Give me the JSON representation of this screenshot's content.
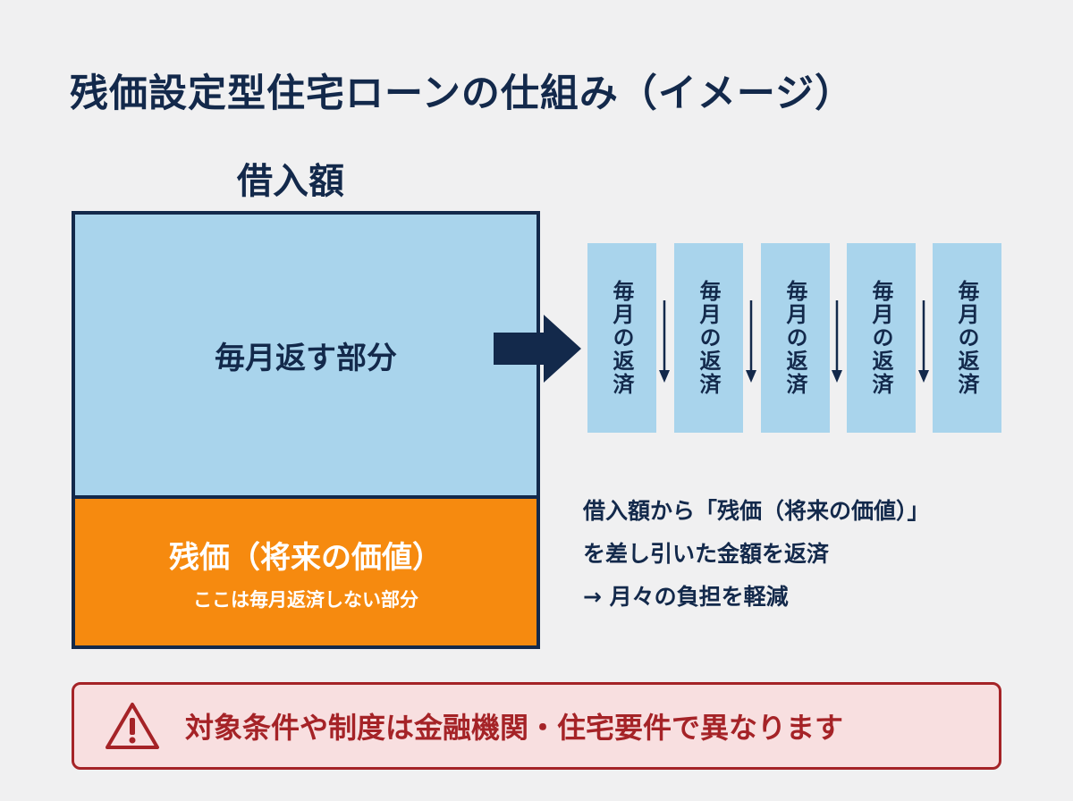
{
  "title": "残価設定型住宅ローンの仕組み（イメージ）",
  "loan": {
    "label": "借入額",
    "repay_part": "毎月返す部分",
    "residual_title": "残価（将来の価値）",
    "residual_note": "ここは毎月返済しない部分"
  },
  "payments": [
    "毎月の返済",
    "毎月の返済",
    "毎月の返済",
    "毎月の返済",
    "毎月の返済"
  ],
  "explanation": [
    "借入額から「残価（将来の価値）」",
    "を差し引いた金額を返済",
    "→ 月々の負担を軽減"
  ],
  "warning": {
    "icon": "warning-triangle-icon",
    "text": "対象条件や制度は金融機関・住宅要件で異なります"
  },
  "colors": {
    "navy": "#13294b",
    "light_blue": "#a9d4ec",
    "orange": "#f68a0f",
    "warning_red": "#a52327",
    "warning_bg": "#f8dfe0"
  }
}
